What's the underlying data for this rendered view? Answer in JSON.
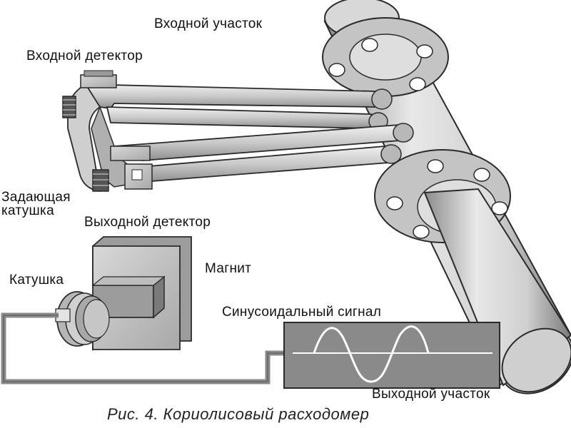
{
  "labels": {
    "inlet_section": "Входной участок",
    "inlet_detector": "Входной детектор",
    "drive_coil_line1": "Задающая",
    "drive_coil_line2": "катушка",
    "outlet_detector": "Выходной детектор",
    "magnet": "Магнит",
    "coil": "Катушка",
    "sine_signal": "Синусоидальный сигнал",
    "outlet_section": "Выходной участок"
  },
  "caption": "Рис. 4. Кориолисовый расходомер",
  "colors": {
    "metal_light": "#e6e6e6",
    "metal_mid": "#bdbdbd",
    "metal_dark": "#6e6e6e",
    "outline": "#2a2a2a",
    "screen_bg": "#8a8a8a",
    "wave": "#ffffff"
  }
}
